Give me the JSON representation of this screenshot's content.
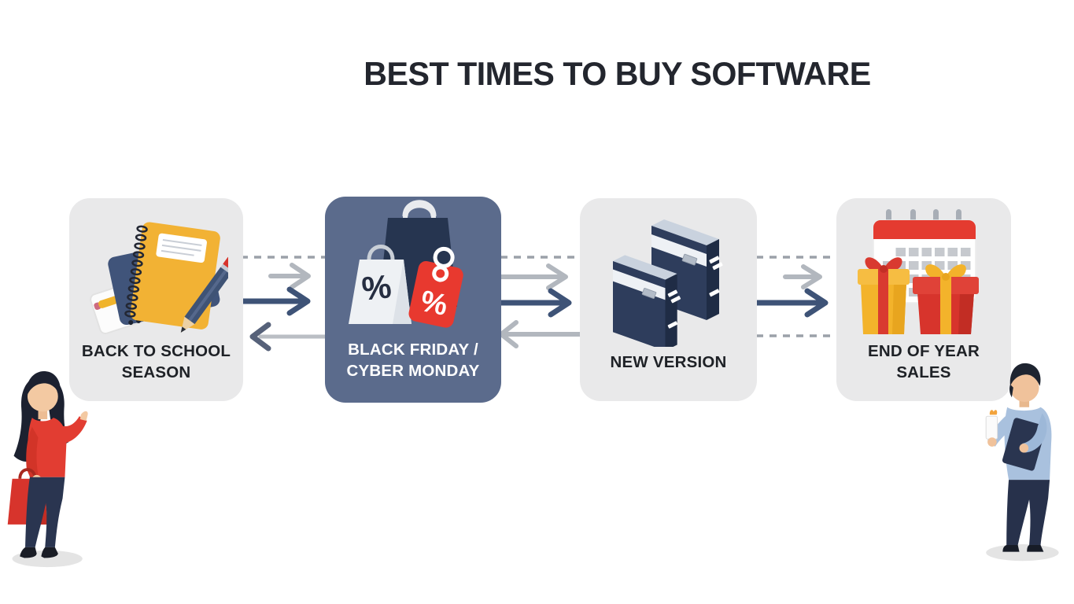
{
  "title": "BEST TIMES TO BUY SOFTWARE",
  "cards": [
    {
      "id": "back-to-school",
      "label_line1": "BACK TO SCHOOL",
      "label_line2": "SEASON",
      "highlighted": false,
      "icon": "school-notebooks-icon"
    },
    {
      "id": "black-friday-cyber-monday",
      "label_line1": "BLACK FRIDAY /",
      "label_line2": "CYBER MONDAY",
      "highlighted": true,
      "icon": "shopping-bags-discount-icon",
      "icon_symbols": {
        "bag_percent": "%",
        "tag_percent": "%"
      }
    },
    {
      "id": "new-version",
      "label_line1": "NEW VERSION",
      "label_line2": "",
      "highlighted": false,
      "icon": "software-boxes-icon"
    },
    {
      "id": "end-of-year-sales",
      "label_line1": "END OF YEAR",
      "label_line2": "SALES",
      "highlighted": false,
      "icon": "calendar-gifts-icon"
    }
  ],
  "connectors": [
    {
      "between": [
        "back-to-school",
        "black-friday-cyber-monday"
      ],
      "elements": [
        "dashed-line-top",
        "gray-arrow-right",
        "navy-arrow-right",
        "gray-arrow-left"
      ]
    },
    {
      "between": [
        "black-friday-cyber-monday",
        "new-version"
      ],
      "elements": [
        "dashed-line-top",
        "gray-arrow-right",
        "navy-arrow-right",
        "gray-arrow-left"
      ]
    },
    {
      "between": [
        "new-version",
        "end-of-year-sales"
      ],
      "elements": [
        "dashed-line-top",
        "gray-arrow-right",
        "navy-arrow-right",
        "dashed-line-bottom"
      ]
    }
  ],
  "decorations": {
    "left_person": "woman-with-shopping-bag",
    "right_person": "man-with-tablet-and-phone"
  },
  "colors": {
    "background": "#ffffff",
    "card_light": "#e9e9ea",
    "card_dark": "#5b6b8c",
    "title_text": "#23262e",
    "label_dark_text": "#1e2126",
    "label_light_text": "#ffffff",
    "arrow_gray": "#b2b7be",
    "arrow_navy": "#3e5377",
    "dash_gray": "#9ba1a9",
    "accent_red": "#d7342c",
    "accent_yellow": "#f2b234",
    "navy_illustration": "#2b3a57"
  }
}
